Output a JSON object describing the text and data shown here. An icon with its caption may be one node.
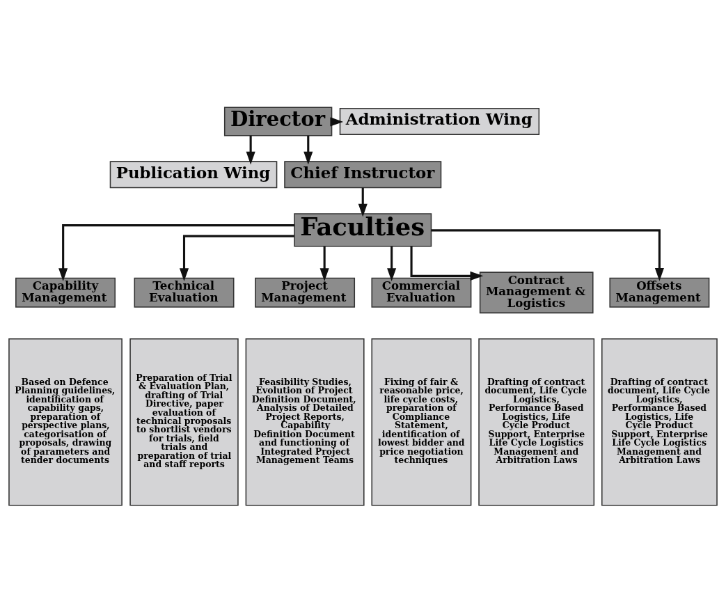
{
  "diagram": {
    "nodes": [
      {
        "text": [
          "Director"
        ]
      },
      {
        "text": [
          "Administration Wing"
        ]
      },
      {
        "text": [
          "Publication Wing"
        ]
      },
      {
        "text": [
          "Chief Instructor"
        ]
      },
      {
        "text": [
          "Faculties"
        ]
      },
      {
        "text": [
          "Capability Management"
        ]
      },
      {
        "text": [
          "Technical Evaluation"
        ]
      },
      {
        "text": [
          "Project Management"
        ]
      },
      {
        "text": [
          "Commercial Evaluation"
        ]
      },
      {
        "text": [
          "Contract Management & Logistics"
        ]
      },
      {
        "text": [
          "Offsets Management"
        ]
      },
      {
        "text": [
          "Based on Defence Planning guidelines, identification of capability gaps, preparation of perspective plans, categorisation of proposals, drawing of parameters and tender documents"
        ]
      },
      {
        "text": [
          "Preparation of Trial & Evaluation Plan, drafting of Trial Directive, paper evaluation of technical proposals to shortlist vendors for trials, field trials and preparation of trial and staff reports"
        ]
      },
      {
        "text": [
          "Feasibility Studies, Evolution of Project Definition Document, Analysis of Detailed Project Reports, Capability Definition Document and functioning of Integrated Project Management Teams"
        ]
      },
      {
        "text": [
          "Fixing of fair & reasonable price, life cycle costs, preparation of Compliance Statement, identification of lowest bidder and price negotiation techniques"
        ]
      },
      {
        "text": [
          "Drafting of contract document, Life Cycle Logistics, Performance Based Logistics, Life Cycle Product Support, Enterprise Life Cycle Logistics Management and Arbitration Laws"
        ]
      },
      {
        "text": [
          "Drafting of contract document, Life Cycle Logistics, Performance Based Logistics, Life Cycle Product Support, Enterprise Life Cycle Logistics Management and Arbitration Laws"
        ]
      }
    ],
    "edges": [
      {
        "from": 0,
        "to": 1,
        "arrow": "to"
      },
      {
        "from": 0,
        "to": 2,
        "arrow": "to"
      },
      {
        "from": 0,
        "to": 3,
        "arrow": "to"
      },
      {
        "from": 3,
        "to": 4,
        "arrow": "to"
      },
      {
        "from": 4,
        "to": 5,
        "arrow": "to"
      },
      {
        "from": 4,
        "to": 6,
        "arrow": "to"
      },
      {
        "from": 4,
        "to": 7,
        "arrow": "to"
      },
      {
        "from": 4,
        "to": 8,
        "arrow": "to"
      },
      {
        "from": 4,
        "to": 9,
        "arrow": "to"
      },
      {
        "from": 4,
        "to": 10,
        "arrow": "to"
      }
    ]
  }
}
